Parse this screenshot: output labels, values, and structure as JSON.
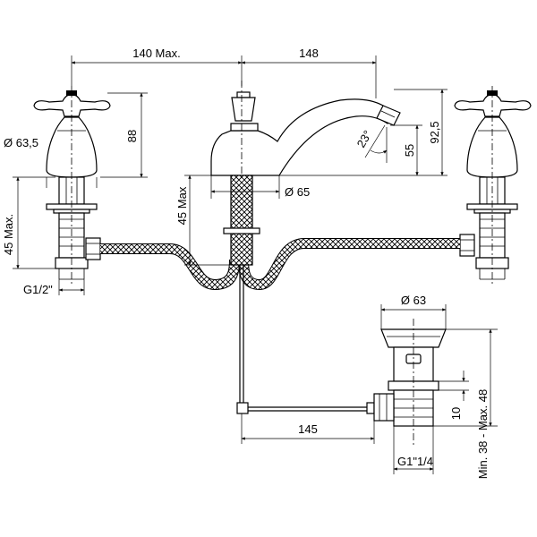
{
  "dimensions": {
    "handle_spread_left": "140 Max.",
    "spout_reach": "148",
    "handle_height": "88",
    "handle_diameter": "Ø 63,5",
    "shank_max_left": "45 Max.",
    "thread_left": "G1/2\"",
    "spout_height": "92,5",
    "outlet_height": "55",
    "spout_angle": "23°",
    "base_diameter": "Ø 65",
    "shank_max_center": "45 Max",
    "waste_diameter": "Ø 63",
    "rod_length": "145",
    "waste_range": "Min. 38 - Max. 48",
    "waste_gap": "10",
    "thread_waste": "G1\"1/4"
  },
  "colors": {
    "line": "#000000",
    "background": "#ffffff"
  }
}
